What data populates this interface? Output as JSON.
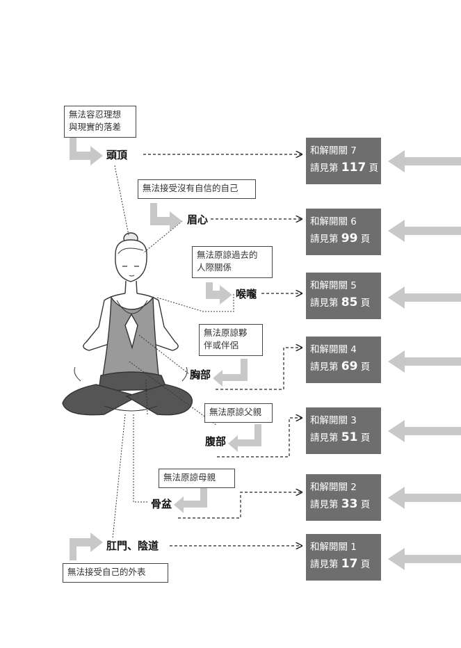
{
  "notes": [
    {
      "id": "crown",
      "lines": [
        "無法容忍理想",
        "與現實的落差"
      ]
    },
    {
      "id": "brow",
      "lines": [
        "無法接受沒有自信的自己"
      ]
    },
    {
      "id": "throat",
      "lines": [
        "無法原諒過去的",
        "人際關係"
      ]
    },
    {
      "id": "chest",
      "lines": [
        "無法原諒夥",
        "伴或伴侶"
      ]
    },
    {
      "id": "belly",
      "lines": [
        "無法原諒父親"
      ]
    },
    {
      "id": "pelvis",
      "lines": [
        "無法原諒母親"
      ]
    },
    {
      "id": "root",
      "lines": [
        "無法接受自己的外表"
      ]
    }
  ],
  "body_parts": [
    "頭頂",
    "眉心",
    "喉嚨",
    "胸部",
    "腹部",
    "骨盆",
    "肛門、陰道"
  ],
  "gates": [
    {
      "title": "和解開關 7",
      "prefix": "請見第",
      "page": "117",
      "suffix": "頁"
    },
    {
      "title": "和解開關 6",
      "prefix": "請見第",
      "page": "99",
      "suffix": "頁"
    },
    {
      "title": "和解開關 5",
      "prefix": "請見第",
      "page": "85",
      "suffix": "頁"
    },
    {
      "title": "和解開關 4",
      "prefix": "請見第",
      "page": "69",
      "suffix": "頁"
    },
    {
      "title": "和解開關 3",
      "prefix": "請見第",
      "page": "51",
      "suffix": "頁"
    },
    {
      "title": "和解開關 2",
      "prefix": "請見第",
      "page": "33",
      "suffix": "頁"
    },
    {
      "title": "和解開關 1",
      "prefix": "請見第",
      "page": "17",
      "suffix": "頁"
    }
  ],
  "colors": {
    "gate_bg": "#6e6e6e",
    "arrow": "#c8c8c8",
    "line": "#222222"
  }
}
